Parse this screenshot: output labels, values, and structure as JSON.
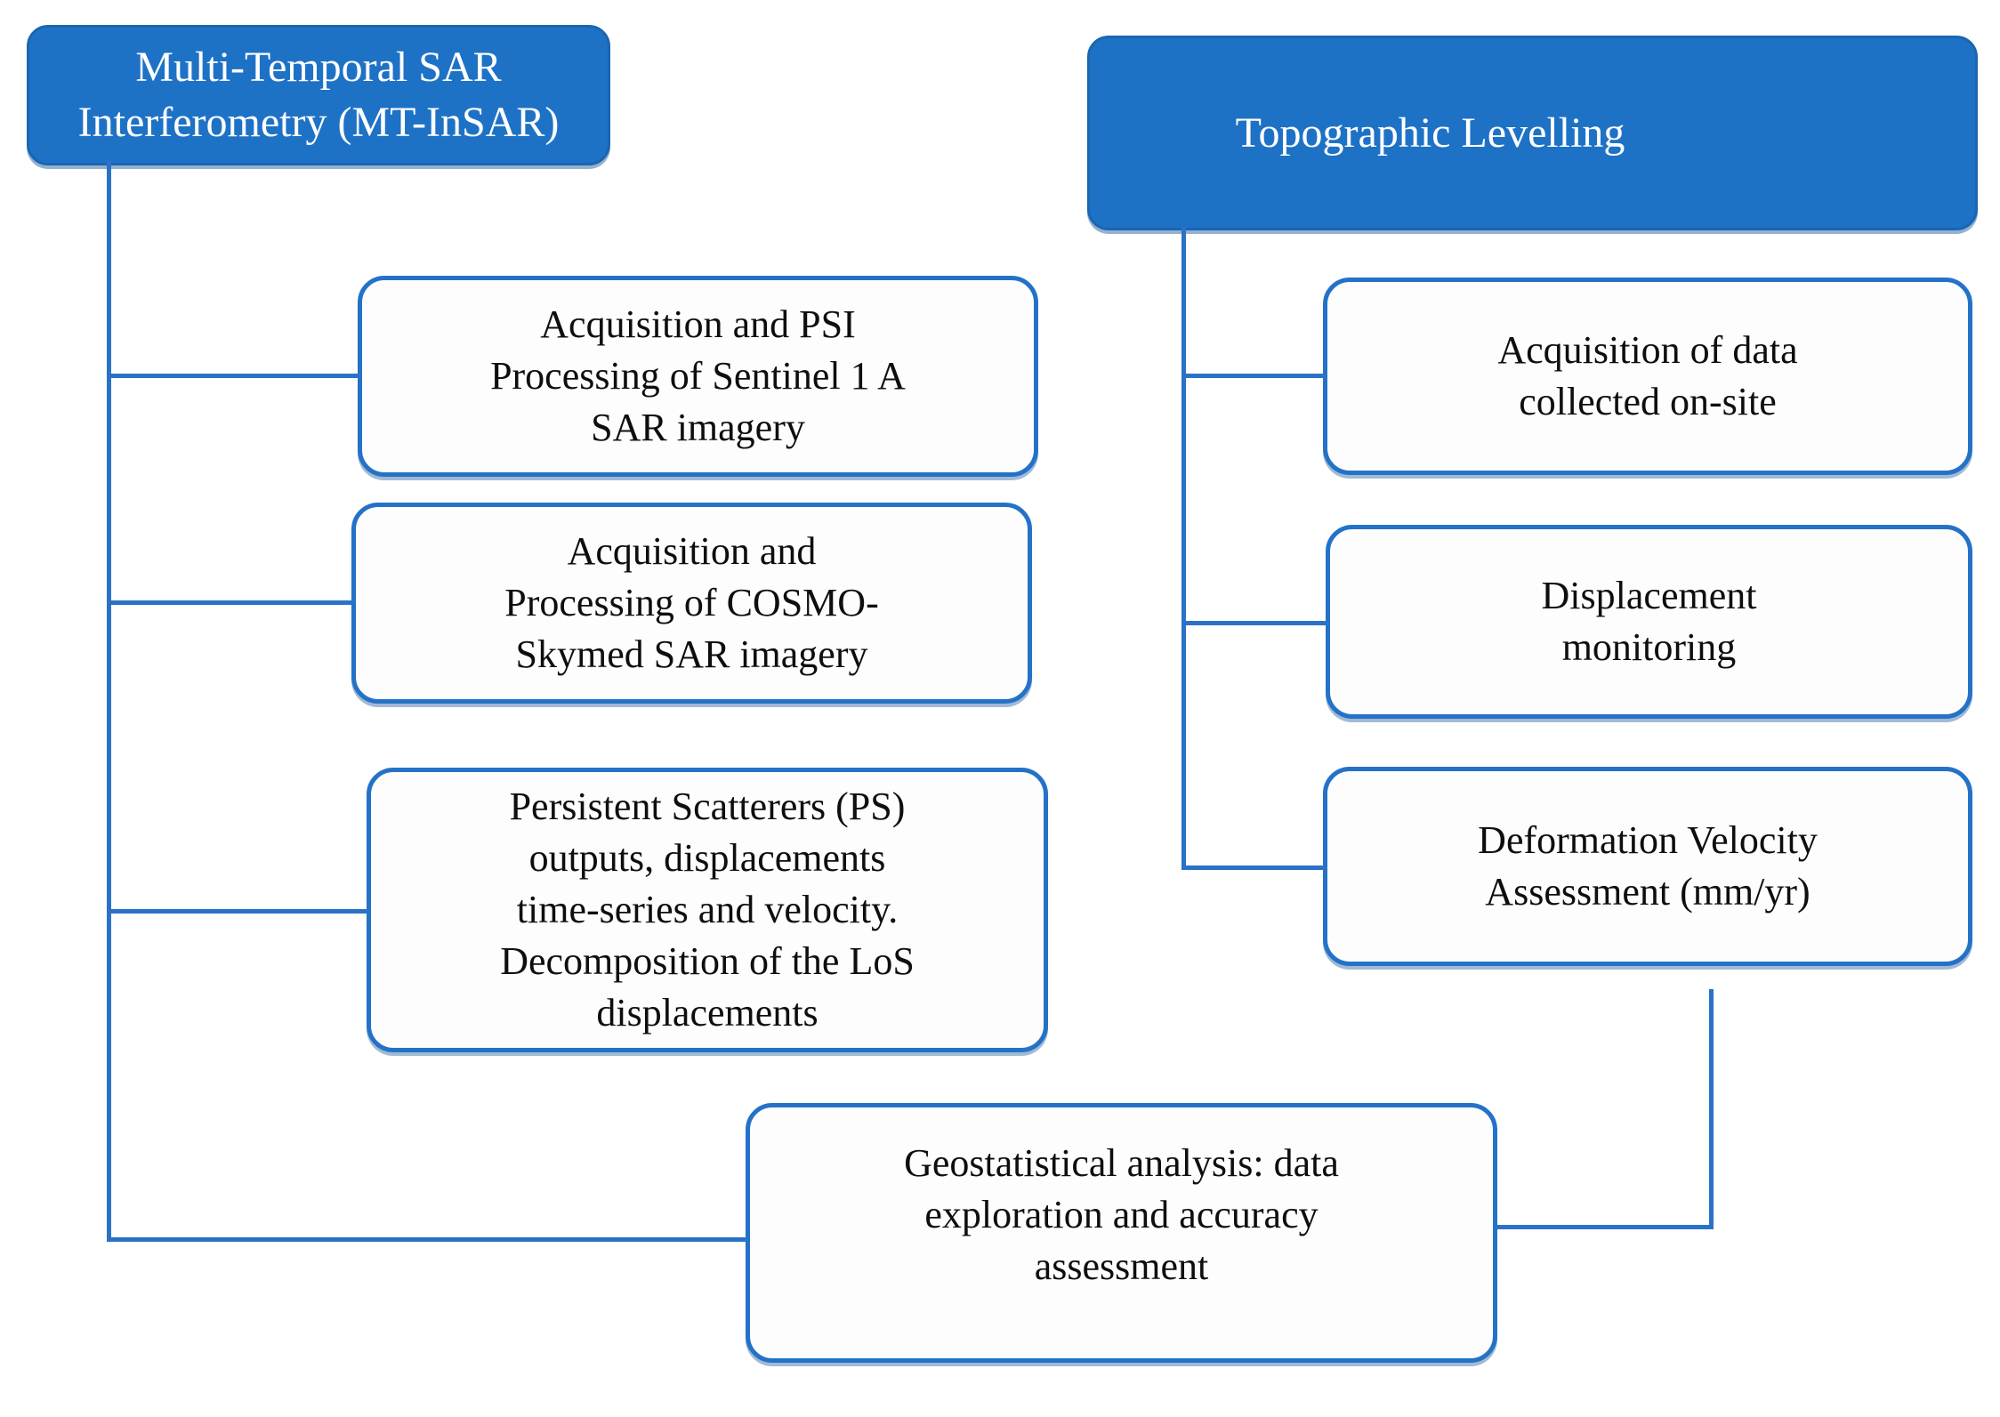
{
  "figure": {
    "colors": {
      "background": "#ffffff",
      "header_fill": "#1e72c6",
      "header_border": "#1a66b2",
      "header_text": "#ffffff",
      "node_fill": "#fdfdfd",
      "node_border": "#2472c8",
      "node_text": "#0e0e0e",
      "connector": "#2b72c7"
    },
    "left_branch": {
      "header": "Multi-Temporal SAR\nInterferometry (MT-InSAR)",
      "nodes": [
        "Acquisition and PSI\nProcessing of Sentinel 1 A\nSAR imagery",
        "Acquisition and\nProcessing of COSMO-\nSkymed SAR imagery",
        "Persistent Scatterers (PS)\noutputs, displacements\ntime-series and velocity.\nDecomposition of the LoS\ndisplacements"
      ]
    },
    "right_branch": {
      "header": "Topographic Levelling",
      "nodes": [
        "Acquisition of data\ncollected on-site",
        "Displacement\nmonitoring",
        "Deformation Velocity\nAssessment (mm/yr)"
      ]
    },
    "merge_node": "Geostatistical analysis: data\nexploration and accuracy\nassessment"
  }
}
